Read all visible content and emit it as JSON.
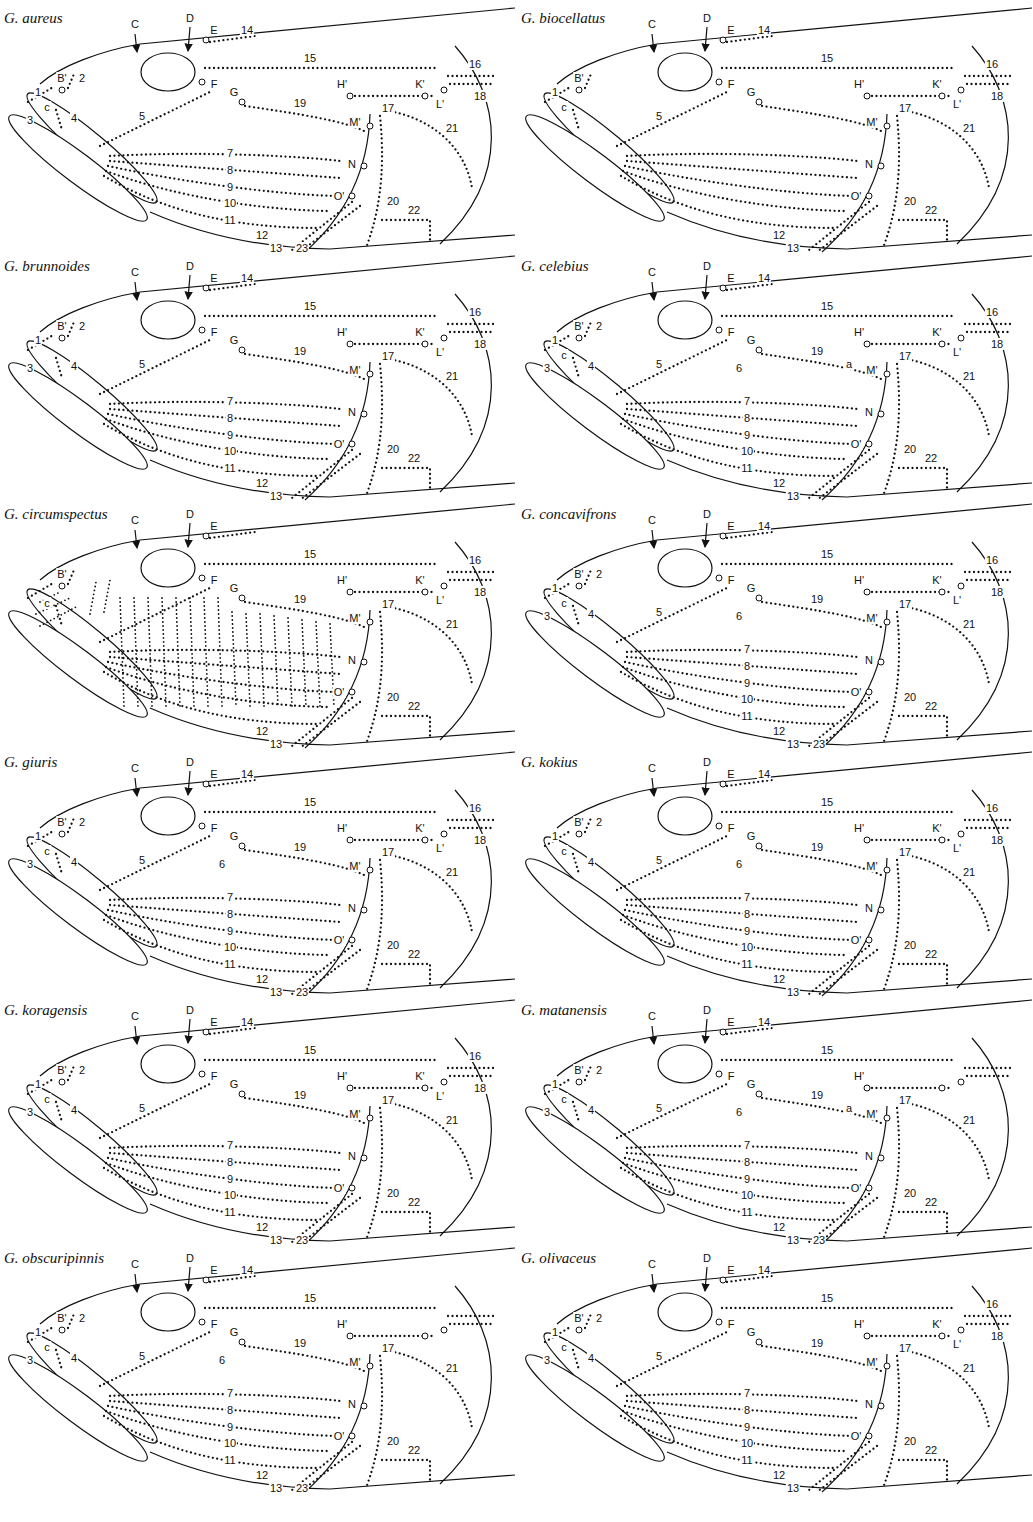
{
  "diagram": {
    "labels": [
      "G. aureus",
      "C",
      "D",
      "E",
      "14",
      "B'",
      "1",
      "2",
      "3",
      "c",
      "4",
      "5",
      "F",
      "G",
      "15",
      "19",
      "H'",
      "17",
      "K'",
      "L'",
      "16",
      "18",
      "M'",
      "N",
      "O'",
      "7",
      "8",
      "9",
      "10",
      "11",
      "12",
      "13",
      "20",
      "21",
      "22",
      "23",
      "G. biocellatus",
      "C",
      "D",
      "E",
      "14",
      "B'",
      "1",
      "c",
      "5",
      "F",
      "G",
      "15",
      "H'",
      "17",
      "K'",
      "L'",
      "16",
      "18",
      "M'",
      "N",
      "O'",
      "12",
      "13",
      "20",
      "21",
      "22",
      "G. brunnoides",
      "C",
      "D",
      "E",
      "14",
      "B'",
      "1",
      "2",
      "3",
      "4",
      "5",
      "F",
      "G",
      "15",
      "19",
      "H'",
      "17",
      "K'",
      "L'",
      "16",
      "18",
      "M'",
      "N",
      "O'",
      "7",
      "8",
      "9",
      "10",
      "11",
      "12",
      "13",
      "20",
      "21",
      "22",
      "G. celebius",
      "C",
      "D",
      "E",
      "14",
      "B'",
      "1",
      "2",
      "3",
      "c",
      "4",
      "5",
      "6",
      "F",
      "G",
      "15",
      "19",
      "H'",
      "17",
      "K'",
      "L'",
      "16",
      "18",
      "M'",
      "N",
      "O'",
      "7",
      "8",
      "9",
      "10",
      "11",
      "12",
      "13",
      "20",
      "21",
      "22",
      "a",
      "G. circumspectus",
      "C",
      "D",
      "E",
      "B'",
      "c",
      "F",
      "G",
      "15",
      "19",
      "H'",
      "17",
      "K'",
      "L'",
      "16",
      "18",
      "M'",
      "N",
      "O'",
      "12",
      "13",
      "20",
      "21",
      "22",
      "G. concavifrons",
      "C",
      "D",
      "E",
      "14",
      "B'",
      "1",
      "2",
      "3",
      "c",
      "4",
      "5",
      "6",
      "F",
      "G",
      "15",
      "19",
      "H'",
      "17",
      "K'",
      "L'",
      "16",
      "18",
      "M'",
      "N",
      "O'",
      "7",
      "8",
      "9",
      "10",
      "11",
      "12",
      "13",
      "20",
      "21",
      "22",
      "23",
      "G. giuris",
      "C",
      "D",
      "E",
      "14",
      "B'",
      "1",
      "2",
      "3",
      "c",
      "4",
      "5",
      "6",
      "F",
      "G",
      "15",
      "19",
      "H'",
      "17",
      "K'",
      "L'",
      "16",
      "18",
      "M'",
      "N",
      "O'",
      "7",
      "8",
      "9",
      "10",
      "11",
      "12",
      "13",
      "20",
      "21",
      "22",
      "23",
      "G. kokius",
      "C",
      "D",
      "E",
      "14",
      "B'",
      "1",
      "2",
      "c",
      "4",
      "5",
      "6",
      "F",
      "G",
      "15",
      "19",
      "H'",
      "17",
      "K'",
      "L'",
      "16",
      "18",
      "M'",
      "N",
      "O'",
      "7",
      "8",
      "9",
      "10",
      "11",
      "12",
      "13",
      "20",
      "21",
      "22",
      "G. koragensis",
      "C",
      "D",
      "E",
      "14",
      "B'",
      "1",
      "2",
      "3",
      "c",
      "4",
      "5",
      "F",
      "G",
      "15",
      "19",
      "H'",
      "17",
      "K'",
      "L'",
      "16",
      "18",
      "M'",
      "N",
      "O'",
      "7",
      "8",
      "9",
      "10",
      "11",
      "12",
      "13",
      "20",
      "21",
      "22",
      "23",
      "G. matanensis",
      "C",
      "D",
      "E",
      "14",
      "B'",
      "1",
      "2",
      "3",
      "c",
      "4",
      "5",
      "6",
      "F",
      "G",
      "15",
      "19",
      "H'",
      "17",
      "M'",
      "N",
      "O'",
      "7",
      "8",
      "9",
      "10",
      "11",
      "12",
      "13",
      "20",
      "21",
      "22",
      "23",
      "a",
      "G. obscuripinnis",
      "C",
      "D",
      "E",
      "14",
      "B'",
      "1",
      "2",
      "3",
      "c",
      "4",
      "5",
      "6",
      "F",
      "G",
      "15",
      "19",
      "H'",
      "17",
      "M'",
      "N",
      "O'",
      "7",
      "8",
      "9",
      "10",
      "11",
      "12",
      "13",
      "20",
      "21",
      "22",
      "23",
      "G. olivaceus",
      "C",
      "D",
      "E",
      "14",
      "B'",
      "1",
      "2",
      "3",
      "c",
      "4",
      "5",
      "F",
      "G",
      "15",
      "19",
      "H'",
      "17",
      "K'",
      "L'",
      "16",
      "18",
      "M'",
      "N",
      "O'",
      "7",
      "8",
      "9",
      "10",
      "11",
      "12",
      "13",
      "20",
      "21",
      "22"
    ]
  }
}
